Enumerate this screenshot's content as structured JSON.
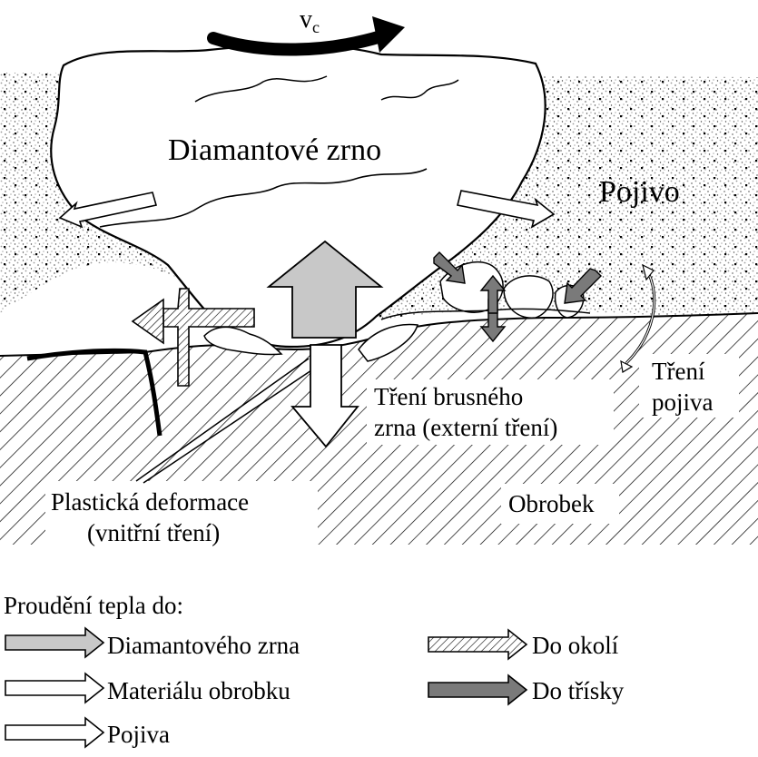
{
  "diagram": {
    "velocity_label": "v",
    "velocity_subscript": "c",
    "grain_label": "Diamantové zrno",
    "binder_label": "Pojivo",
    "grain_friction_line1": "Tření brusného",
    "grain_friction_line2": "zrna (externí tření)",
    "binder_friction_line1": "Tření",
    "binder_friction_line2": "pojiva",
    "plastic_line1": "Plastická deformace",
    "plastic_line2": "(vnitřní tření)",
    "workpiece_label": "Obrobek"
  },
  "legend": {
    "title": "Proudění tepla do:",
    "items": [
      {
        "label": "Diamantového zrna",
        "style": "light-gray",
        "color": "#c8c8c8"
      },
      {
        "label": "Materiálu obrobku",
        "style": "white",
        "color": "#ffffff"
      },
      {
        "label": "Pojiva",
        "style": "white",
        "color": "#ffffff"
      },
      {
        "label": "Do okolí",
        "style": "hatched",
        "color": "#ffffff"
      },
      {
        "label": "Do třísky",
        "style": "dark-gray",
        "color": "#7a7a7a"
      }
    ]
  }
}
